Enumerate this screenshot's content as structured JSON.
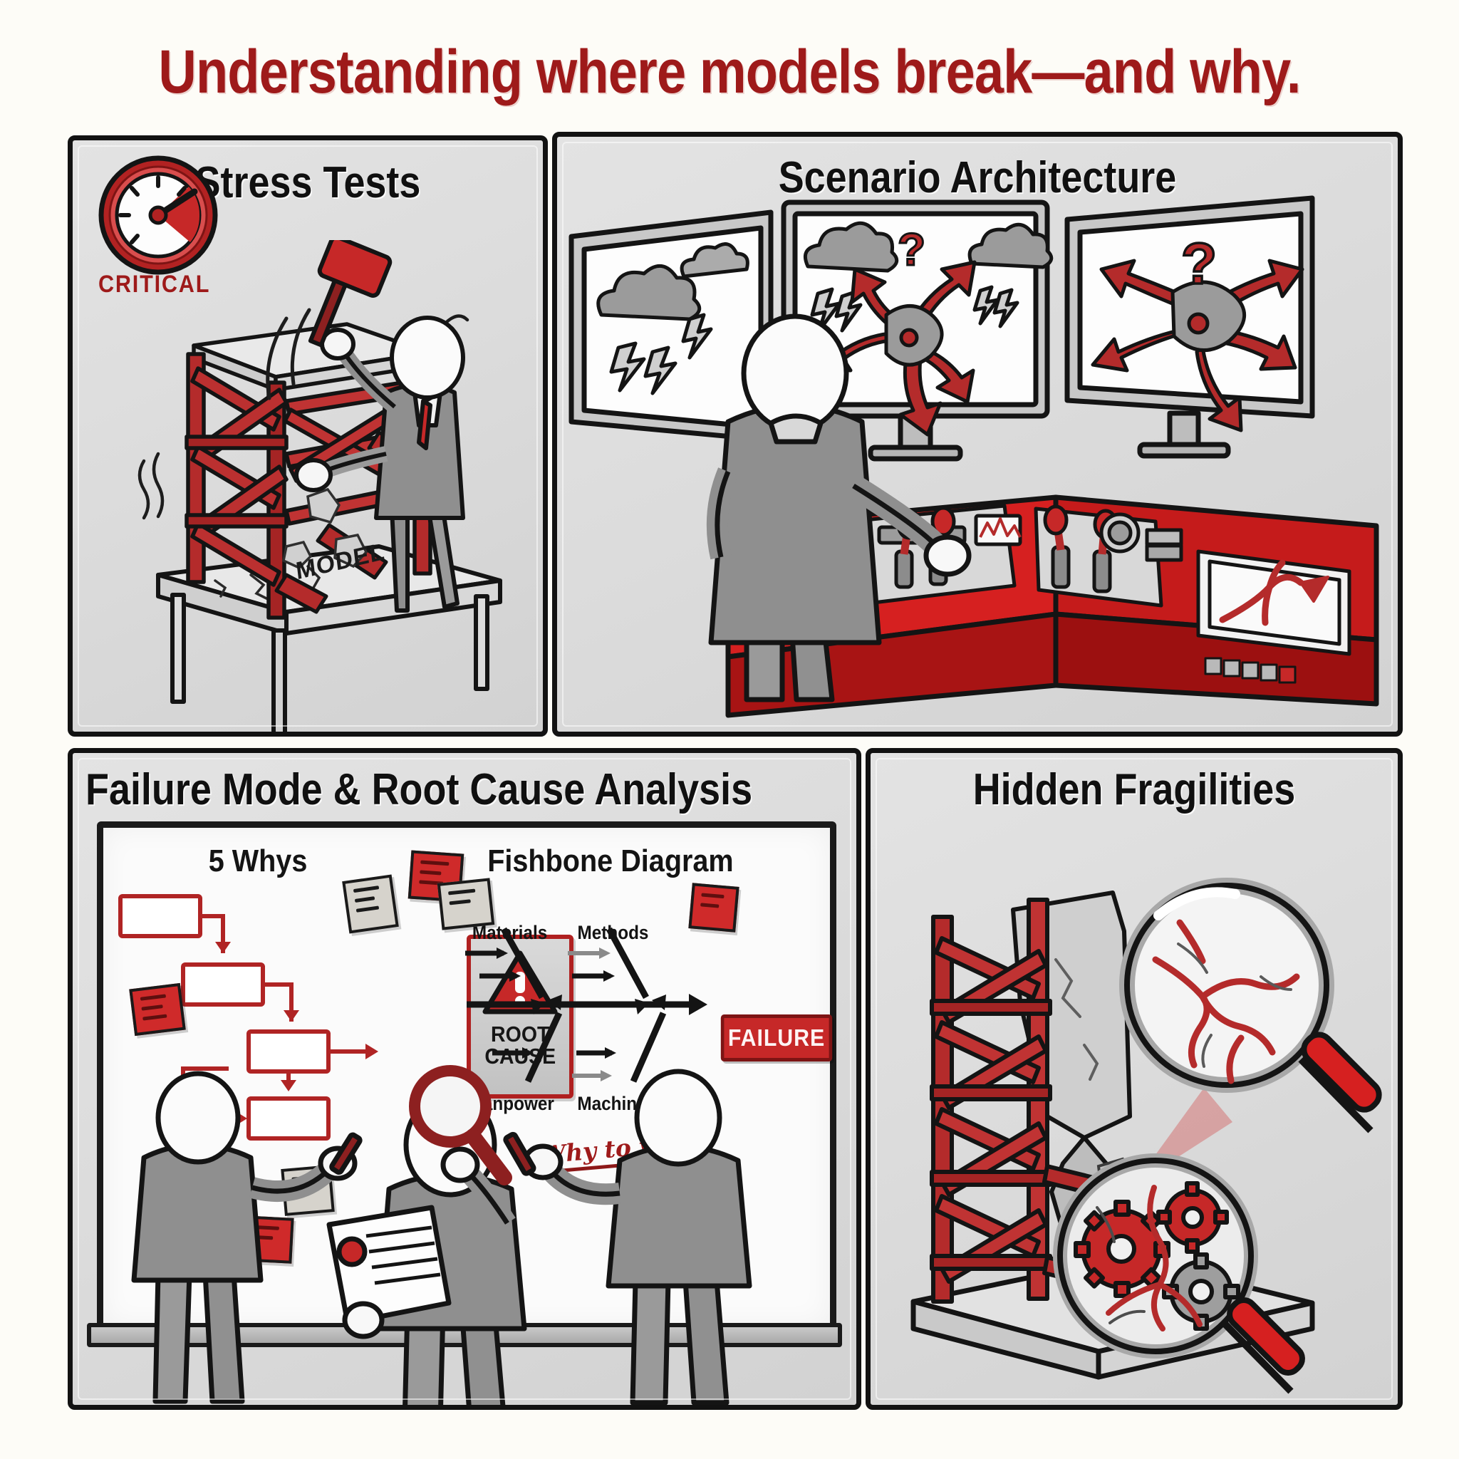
{
  "title": "Understanding where models break—and why.",
  "theme": {
    "background": "#fdfcf7",
    "accent_red": "#9e1a1a",
    "bright_red": "#c62828",
    "panel_fill": "#dcdcdc",
    "ink": "#141414",
    "suit_gray": "#8f8f8f"
  },
  "panels": [
    {
      "id": "stress-tests",
      "title": "Stress Tests",
      "labels": {
        "gauge_status": "CRITICAL",
        "table": "MODEL"
      },
      "scene": "A suited figure swings a red mallet at a red lattice model structure cracking on a table; a red gauge reads critical."
    },
    {
      "id": "scenario-architecture",
      "title": "Scenario Architecture",
      "scene": "An operator at a red control console faces three monitors showing storm clouds with lightning, red branching arrows and question marks."
    },
    {
      "id": "failure-mode-root-cause",
      "title": "Failure Mode & Root Cause Analysis",
      "whiteboard": {
        "five_whys_title": "5 Whys",
        "fishbone_title": "Fishbone Diagram",
        "fishbone_categories": [
          "Materials",
          "Methods",
          "Manpower",
          "Machine"
        ],
        "fishbone_effect": "FAILURE",
        "root_cause_sign": "ROOT\nCAUSE",
        "root_cause_line1": "ROOT",
        "root_cause_line2": "CAUSE",
        "handwritten_note": "Why to write"
      },
      "scene": "Three suited figures at a whiteboard with a 5 Whys flowchart, a fishbone diagram, sticky notes, a magnifier and a document."
    },
    {
      "id": "hidden-fragilities",
      "title": "Hidden Fragilities",
      "scene": "A red lattice tower on a base is broken; two magnifying glasses reveal red hairline cracks and seized red gears inside."
    }
  ]
}
